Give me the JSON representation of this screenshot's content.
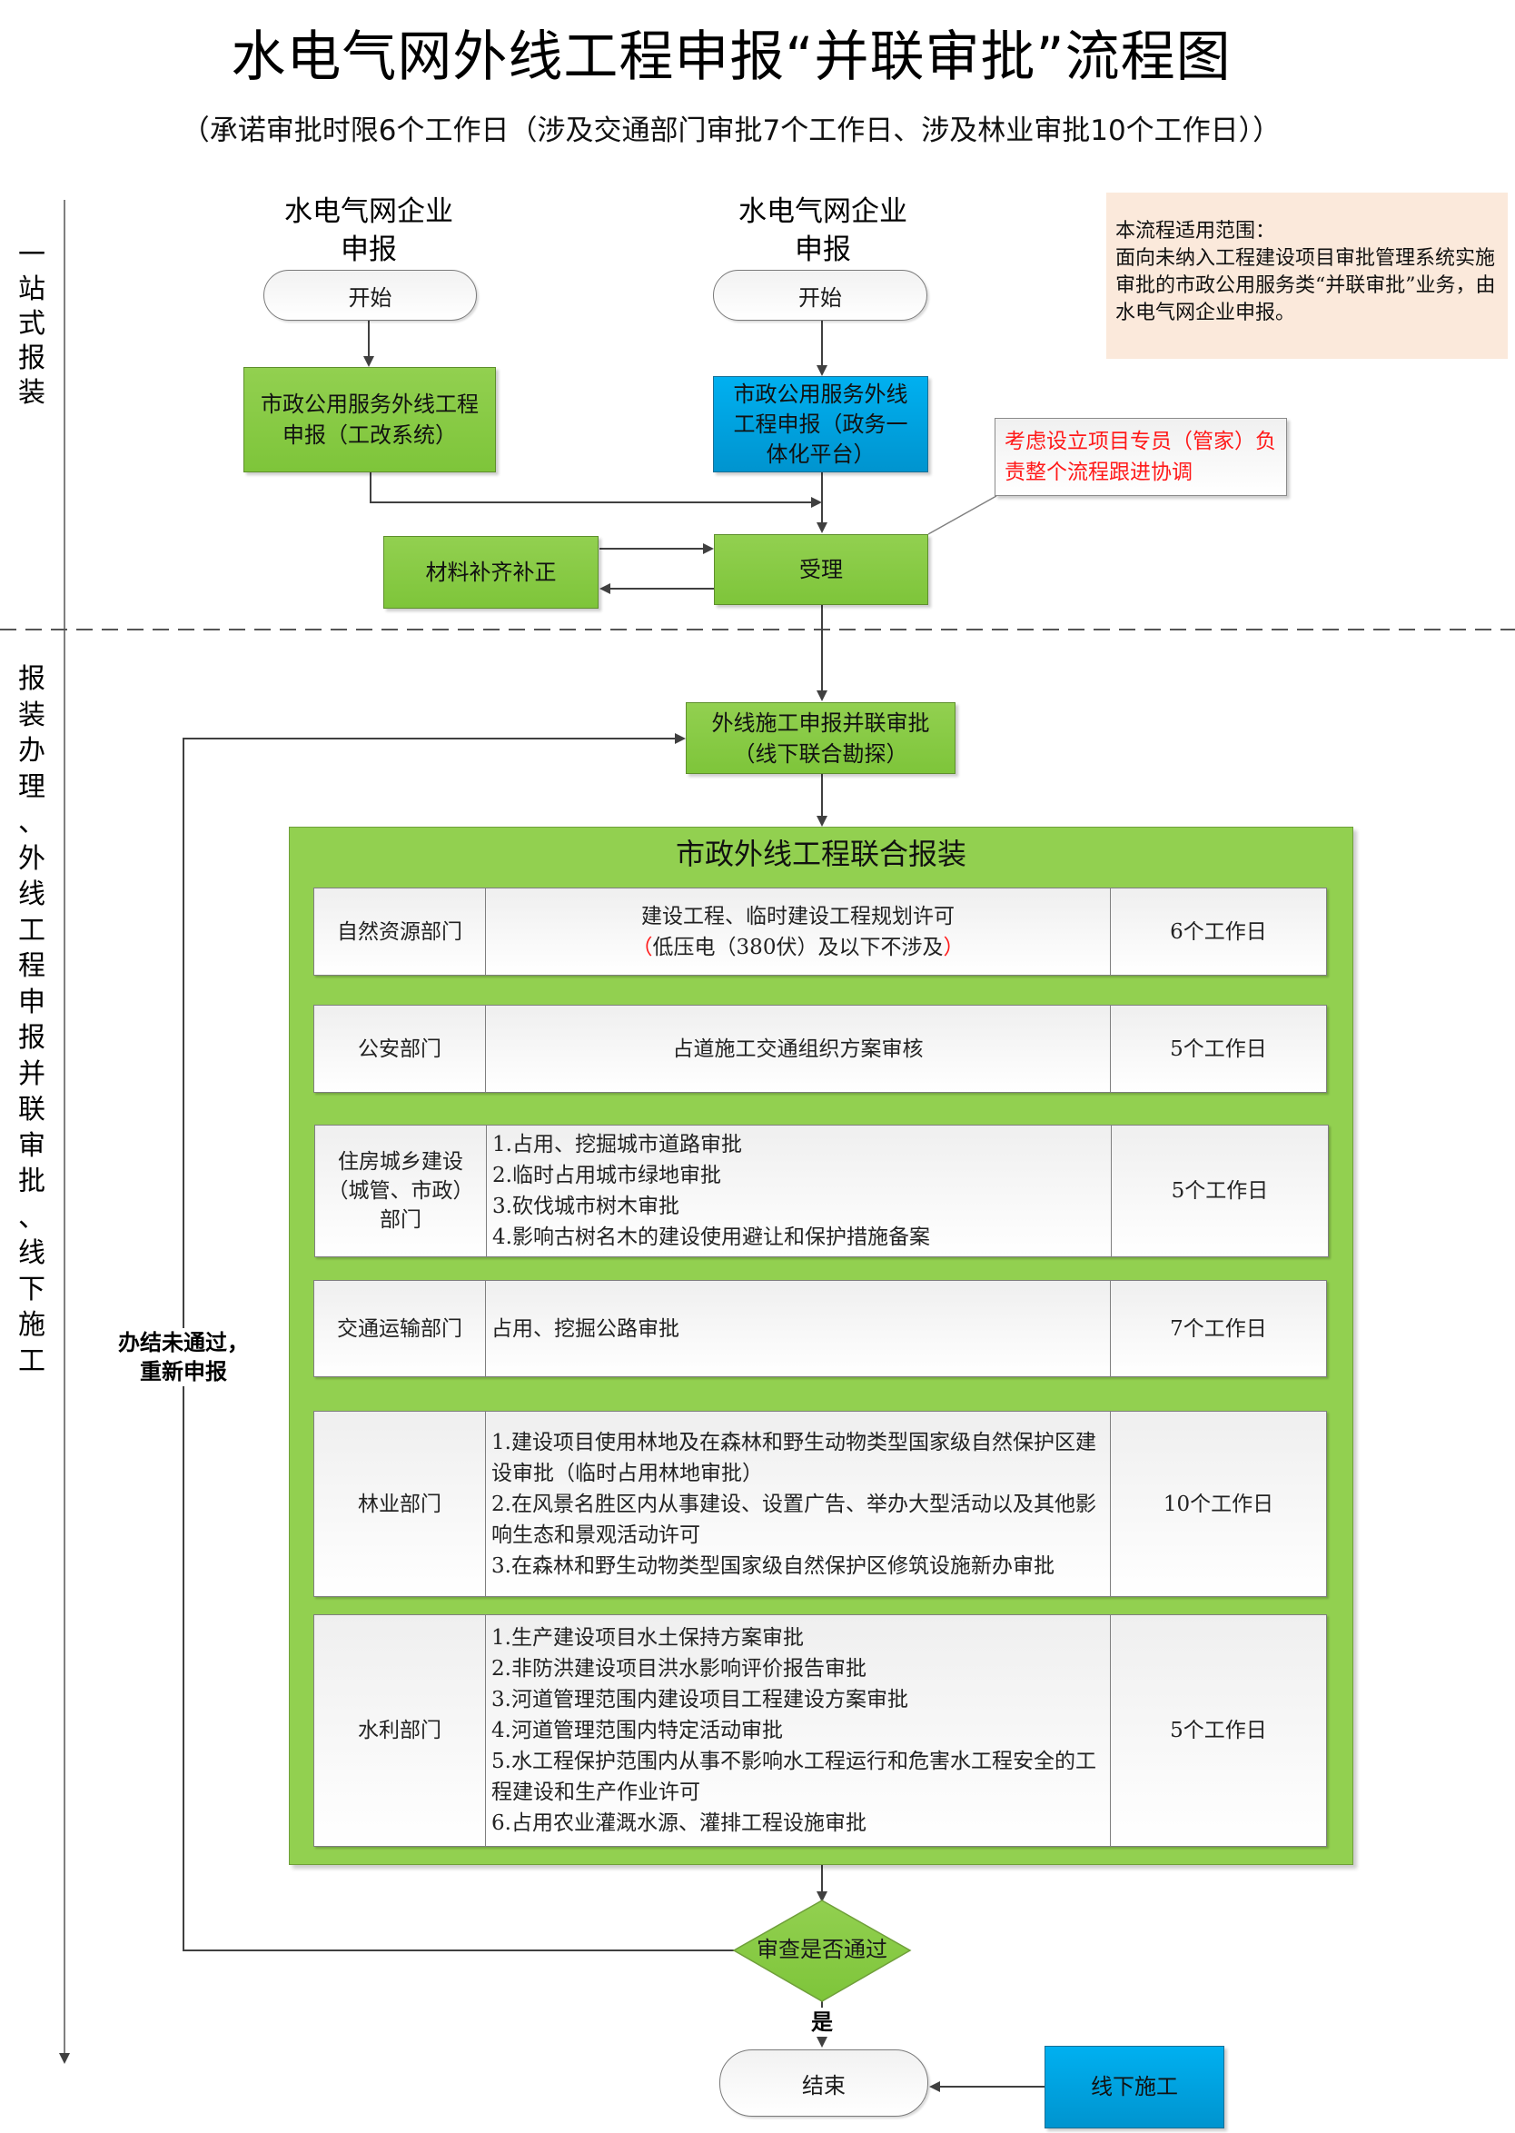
{
  "title": "水电气网外线工程申报“并联审批”流程图",
  "subtitle": "（承诺审批时限6个工作日（涉及交通部门审批7个工作日、涉及林业审批10个工作日））",
  "lanes": {
    "lane1": [
      "一",
      "站",
      "式",
      "报",
      "装"
    ],
    "lane2": [
      "报",
      "装",
      "办",
      "理",
      "、",
      "外",
      "线",
      "工",
      "程",
      "申",
      "报",
      "并",
      "联",
      "审",
      "批",
      "、",
      "线",
      "下",
      "施",
      "工"
    ]
  },
  "left_branch": {
    "heading_line1": "水电气网企业",
    "heading_line2": "申报",
    "start": "开始",
    "process": "市政公用服务外线工程申报（工改系统）"
  },
  "right_branch": {
    "heading_line1": "水电气网企业",
    "heading_line2": "申报",
    "start": "开始",
    "process": "市政公用服务外线工程申报（政务一体化平台）"
  },
  "scope_note": {
    "title": "本流程适用范围：",
    "body": "面向未纳入工程建设项目审批管理系统实施审批的市政公用服务类“并联审批”业务，由水电气网企业申报。"
  },
  "callout": "考虑设立项目专员（管家）负责整个流程跟进协调",
  "supplement": "材料补齐补正",
  "accept": "受理",
  "parallel_review": {
    "line1": "外线施工申报并联审批",
    "line2": "（线下联合勘探）"
  },
  "panel": {
    "title": "市政外线工程联合报装",
    "rows": [
      {
        "dept": "自然资源部门",
        "items": [
          "建设工程、临时建设工程规划许可"
        ],
        "note_open": "（",
        "note": "低压电（380伏）及以下不涉及",
        "note_close": "）",
        "days": "6个工作日"
      },
      {
        "dept": "公安部门",
        "items": [
          "占道施工交通组织方案审核"
        ],
        "days": "5个工作日"
      },
      {
        "dept": "住房城乡建设（城管、市政）部门",
        "items": [
          "1.占用、挖掘城市道路审批",
          "2.临时占用城市绿地审批",
          "3.砍伐城市树木审批",
          "4.影响古树名木的建设使用避让和保护措施备案"
        ],
        "days": "5个工作日"
      },
      {
        "dept": "交通运输部门",
        "items": [
          "占用、挖掘公路审批"
        ],
        "days": "7个工作日"
      },
      {
        "dept": "林业部门",
        "items": [
          "1.建设项目使用林地及在森林和野生动物类型国家级自然保护区建设审批（临时占用林地审批）",
          "2.在风景名胜区内从事建设、设置广告、举办大型活动以及其他影响生态和景观活动许可",
          "3.在森林和野生动物类型国家级自然保护区修筑设施新办审批"
        ],
        "days": "10个工作日"
      },
      {
        "dept": "水利部门",
        "items": [
          "1.生产建设项目水土保持方案审批",
          "2.非防洪建设项目洪水影响评价报告审批",
          "3.河道管理范围内建设项目工程建设方案审批",
          "4.河道管理范围内特定活动审批",
          "5.水工程保护范围内从事不影响水工程运行和危害水工程安全的工程建设和生产作业许可",
          "6.占用农业灌溉水源、灌排工程设施审批"
        ],
        "days": "5个工作日"
      }
    ]
  },
  "decision": "审查是否通过",
  "reject_label_line1": "办结未通过，",
  "reject_label_line2": "重新申报",
  "yes_label": "是",
  "end": "结束",
  "offline_construction": "线下施工",
  "colors": {
    "green": "#92d050",
    "blue": "#00b0f0",
    "note_bg": "#fbe9db",
    "red_text": "#ff1a1a",
    "line": "#404040"
  }
}
